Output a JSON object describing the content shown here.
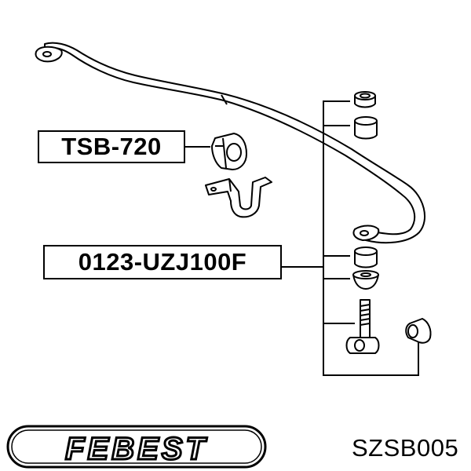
{
  "callouts": {
    "bushing_part": "TSB-720",
    "link_part": "0123-UZJ100F"
  },
  "brand": {
    "logo_text": "FEBEST",
    "part_code": "SZSB005"
  },
  "colors": {
    "ink": "#000000",
    "paper": "#ffffff"
  }
}
